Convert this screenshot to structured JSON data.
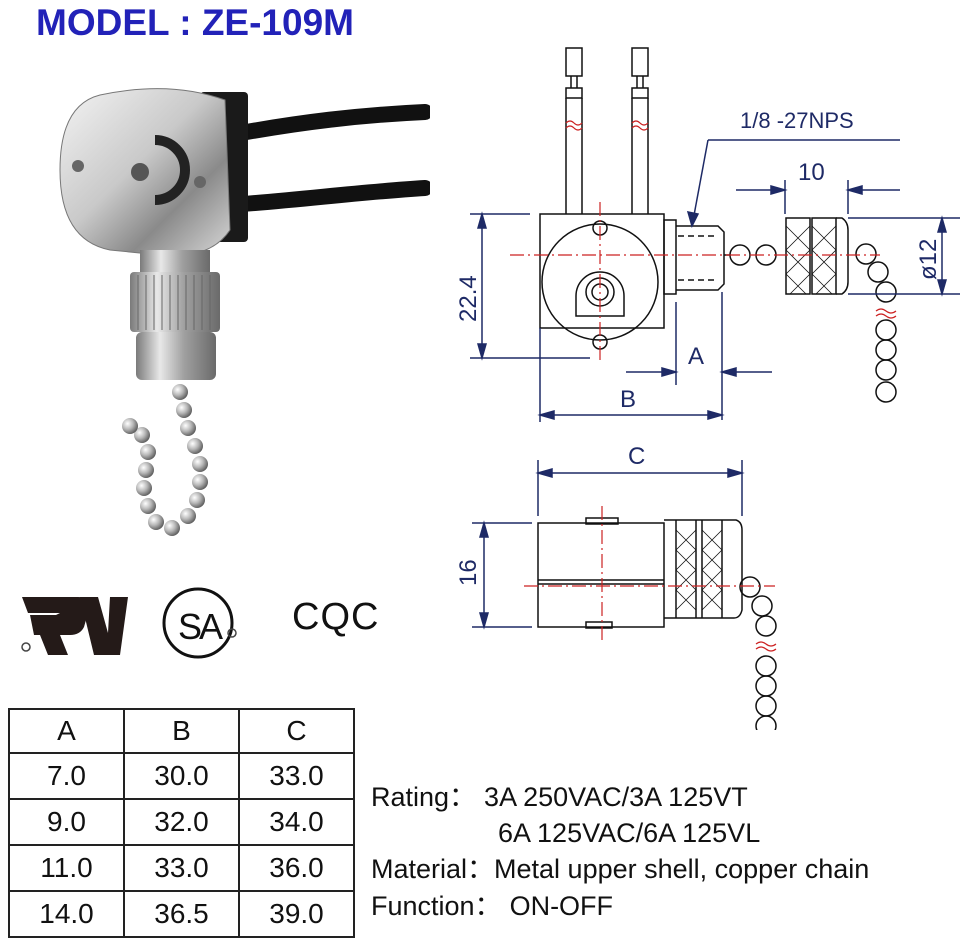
{
  "header": {
    "title": "MODEL : ZE-109M"
  },
  "colors": {
    "title": "#2222b8",
    "dimension_lines": "#1e2a66",
    "center_lines": "#cc2222",
    "outline": "#111111"
  },
  "certifications": {
    "logos": [
      {
        "name": "UR recognized component mark",
        "icon": "ul-recognized-icon"
      },
      {
        "name": "CSA certification mark",
        "icon": "csa-icon"
      }
    ],
    "cqc_label": "CQC"
  },
  "drawing": {
    "thread_label": "1/8 -27NPS",
    "knob_length_label": "10",
    "knob_diameter_label": "ø12",
    "body_height_label": "22.4",
    "dim_a_label": "A",
    "dim_b_label": "B",
    "dim_c_label": "C",
    "side_height_label": "16"
  },
  "dimension_table": {
    "headers": [
      "A",
      "B",
      "C"
    ],
    "rows": [
      [
        "7.0",
        "30.0",
        "33.0"
      ],
      [
        "9.0",
        "32.0",
        "34.0"
      ],
      [
        "11.0",
        "33.0",
        "36.0"
      ],
      [
        "14.0",
        "36.5",
        "39.0"
      ]
    ]
  },
  "specs": {
    "rating_label": "Rating：",
    "rating_line1": "3A 250VAC/3A 125VT",
    "rating_line2": "6A 125VAC/6A 125VL",
    "material_label": "Material：",
    "material_value": "Metal upper shell, copper chain",
    "function_label": "Function：",
    "function_value": "ON-OFF"
  }
}
